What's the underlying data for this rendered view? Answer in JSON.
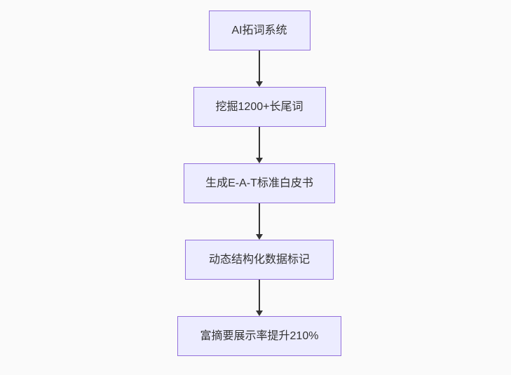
{
  "flowchart": {
    "type": "flowchart-top-down",
    "nodes": [
      {
        "label": "AI拓词系统"
      },
      {
        "label": "挖掘1200+长尾词"
      },
      {
        "label": "生成E-A-T标准白皮书"
      },
      {
        "label": "动态结构化数据标记"
      },
      {
        "label": "富摘要展示率提升210%"
      }
    ],
    "edges": [
      {
        "from": 0,
        "to": 1,
        "direction": "down"
      },
      {
        "from": 1,
        "to": 2,
        "direction": "down"
      },
      {
        "from": 2,
        "to": 3,
        "direction": "down"
      },
      {
        "from": 3,
        "to": 4,
        "direction": "down"
      }
    ]
  },
  "colors": {
    "background": "#fafafa",
    "node_fill": "#ECECFF",
    "node_border": "#9370DB",
    "arrow": "#333333",
    "text": "#333333"
  }
}
